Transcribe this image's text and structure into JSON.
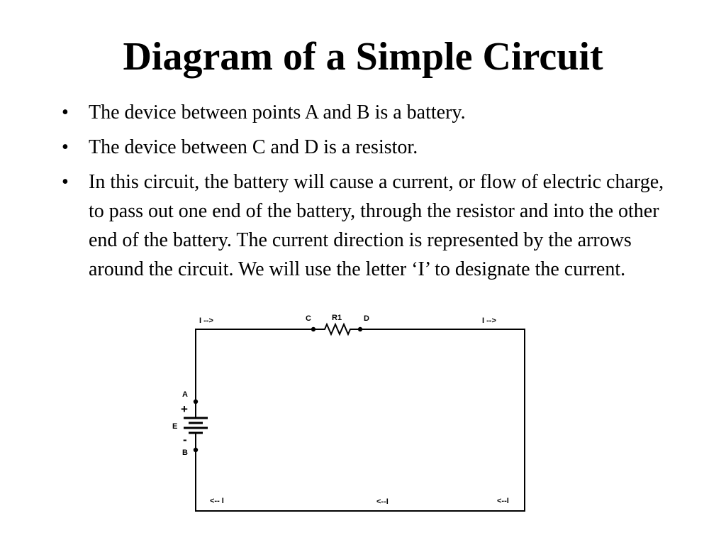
{
  "slide": {
    "title": "Diagram of a Simple Circuit",
    "bullet_char": "•",
    "bullets": [
      "The device between points A and B is a battery.",
      "The device between C and D is a resistor.",
      "In this circuit, the battery will cause a current, or flow of electric charge, to pass out one end of the battery, through the resistor and into the other end of the battery. The current direction is represented by the arrows around the circuit.  We will use the letter ‘I’ to designate the current."
    ]
  },
  "circuit": {
    "labels": {
      "current_top_left": "I -->",
      "current_top_right": "I -->",
      "current_bottom_left": "<-- I",
      "current_bottom_mid": "<--I",
      "current_bottom_right": "<--I",
      "point_c": "C",
      "point_d": "D",
      "resistor": "R1",
      "point_a": "A",
      "point_b": "B",
      "battery": "E",
      "plus": "+",
      "minus": "-"
    }
  }
}
